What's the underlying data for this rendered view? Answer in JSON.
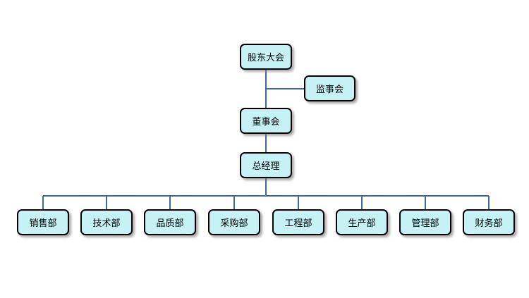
{
  "top": {
    "shareholders": "股东大会",
    "supervisors": "监事会",
    "board": "董事会",
    "general_manager": "总经理"
  },
  "departments": [
    "销售部",
    "技术部",
    "品质部",
    "采购部",
    "工程部",
    "生产部",
    "管理部",
    "财务部"
  ],
  "colors": {
    "box_fill": "#c6f1f5",
    "box_border": "#000000",
    "connector": "#3f67a8"
  }
}
